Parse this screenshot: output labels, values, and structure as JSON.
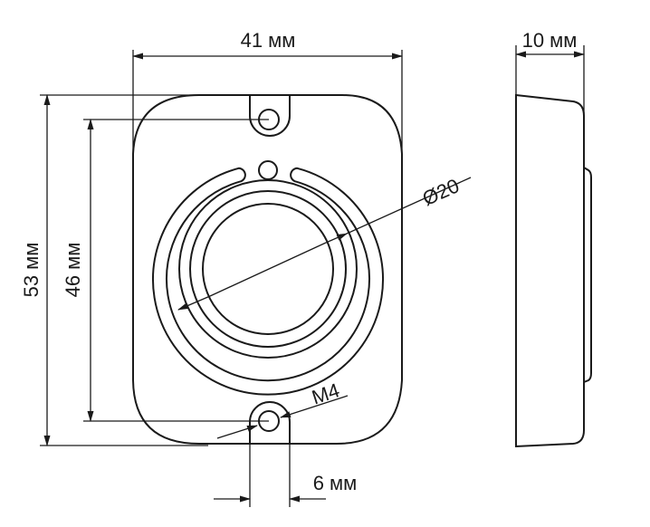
{
  "dimensions": {
    "width_front": "41 мм",
    "depth_side": "10 мм",
    "height_total": "53 мм",
    "hole_spacing": "46 мм",
    "inner_diameter": "Ø20",
    "screw_thread": "M4",
    "slot_width": "6 мм"
  },
  "colors": {
    "line": "#1a1a1a",
    "background": "#ffffff"
  }
}
